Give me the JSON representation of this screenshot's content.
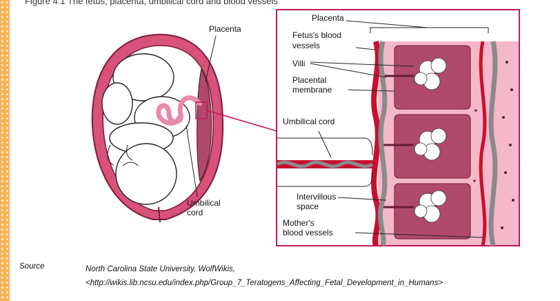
{
  "caption": "Figure 4.1 The fetus, placenta, umbilical cord and blood vessels",
  "labels": {
    "placenta_left": "Placenta",
    "umbilical_left_1": "Umbilical",
    "umbilical_left_2": "cord",
    "placenta_right": "Placenta",
    "fetus_vessels_1": "Fetus's blood",
    "fetus_vessels_2": "vessels",
    "villi": "Villi",
    "membrane_1": "Placental",
    "membrane_2": "membrane",
    "umbilical_right": "Umbilical cord",
    "intervillous_1": "Intervillous",
    "intervillous_2": "space",
    "mothers_1": "Mother's",
    "mothers_2": "blood vessels"
  },
  "source": {
    "label": "Source",
    "line1": "North Carolina State University, WolfWikis,",
    "line2": "<http://wikis.lib.ncsu.edu/index.php/Group_7_Teratogens_Affecting_Fetal_Development_in_Humans>"
  },
  "colors": {
    "uterus": "#d8527a",
    "uterus_light": "#f6c6d3",
    "artery_red": "#c8102e",
    "vein_gray": "#8a8a8a",
    "tissue": "#b04a6c",
    "tissue_light": "#f4b8c8"
  }
}
